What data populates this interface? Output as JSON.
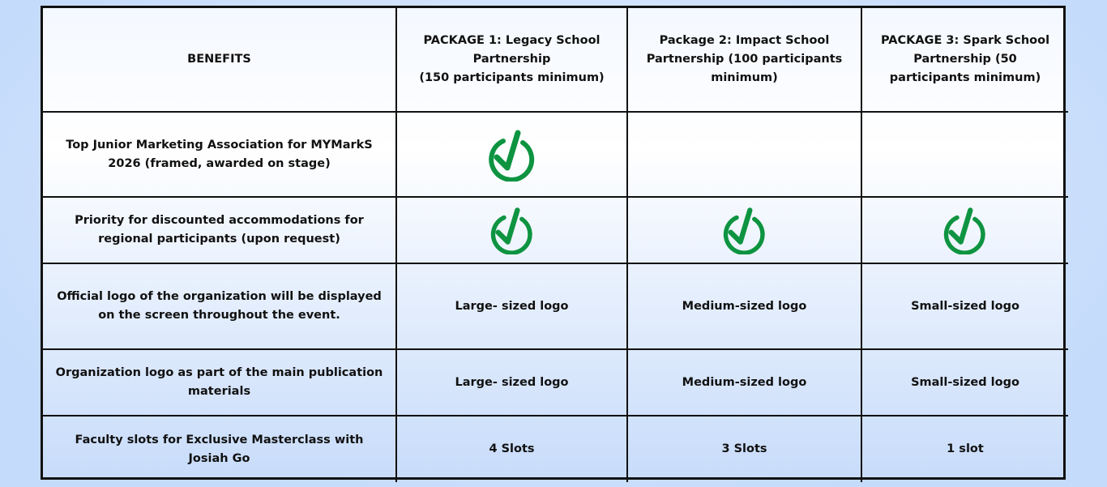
{
  "header": {
    "benefits": "BENEFITS",
    "package1": "PACKAGE 1: Legacy School Partnership\n(150 participants minimum)",
    "package2": "Package 2: Impact School Partnership (100 participants minimum)",
    "package3": "PACKAGE 3: Spark School Partnership (50 participants minimum)"
  },
  "rows": [
    {
      "benefit": "Top Junior Marketing Association for MYMarkS 2026 (framed, awarded on stage)",
      "p1": "check-icon",
      "p2": "",
      "p3": ""
    },
    {
      "benefit": "Priority for discounted accommodations for regional participants (upon request)",
      "p1": "check-icon",
      "p2": "check-icon",
      "p3": "check-icon"
    },
    {
      "benefit": "Official logo of the organization will be displayed on the screen throughout the event.",
      "p1": "Large- sized logo",
      "p2": "Medium-sized logo",
      "p3": "Small-sized logo"
    },
    {
      "benefit": "Organization logo as part of the main publication materials",
      "p1": "Large- sized logo",
      "p2": "Medium-sized logo",
      "p3": "Small-sized logo"
    },
    {
      "benefit": "Faculty slots for Exclusive Masterclass with Josiah Go",
      "p1": "4 Slots",
      "p2": "3 Slots",
      "p3": "1 slot"
    }
  ],
  "colors": {
    "check": "#0e9441",
    "border": "#111111"
  }
}
